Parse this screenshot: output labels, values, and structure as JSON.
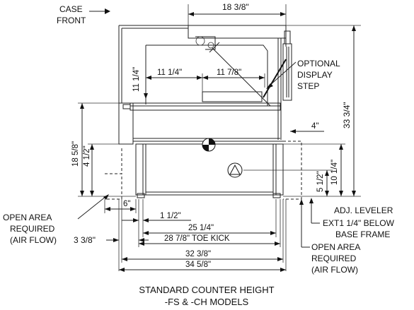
{
  "labels": {
    "case_front_line1": "CASE",
    "case_front_line2": "FRONT",
    "top_width": "18 3/8\"",
    "optional_step_1": "OPTIONAL",
    "optional_step_2": "DISPLAY",
    "optional_step_3": "STEP",
    "dim_11_1_4_vert": "11 1/4\"",
    "dim_11_1_4_horiz": "11 1/4\"",
    "dim_11_7_8": "11 7/8\"",
    "dim_33_3_4": "33 3/4\"",
    "dim_4": "4\"",
    "dim_18_5_8": "18 5/8\"",
    "dim_4_1_2": "4 1/2\"",
    "dim_10_1_4": "10 1/4\"",
    "dim_5_1_2": "5 1/2\"",
    "dim_6": "6\"",
    "open_area_left_1": "OPEN AREA",
    "open_area_left_2": "REQUIRED",
    "open_area_left_3": "(AIR FLOW)",
    "dim_3_3_8": "3 3/8\"",
    "dim_1_1_2": "1 1/2\"",
    "dim_25_1_4": "25 1/4\"",
    "dim_28_7_8": "28 7/8\" TOE KICK",
    "dim_32_3_8": "32 3/8\"",
    "dim_34_5_8": "34 5/8\"",
    "leveler_1": "ADJ. LEVELER",
    "leveler_2": "EXT1 1/4\" BELOW",
    "leveler_3": "BASE FRAME",
    "open_area_right_1": "OPEN AREA",
    "open_area_right_2": "REQUIRED",
    "open_area_right_3": "(AIR FLOW)",
    "caption_1": "STANDARD COUNTER HEIGHT",
    "caption_2": "-FS & -CH MODELS"
  }
}
